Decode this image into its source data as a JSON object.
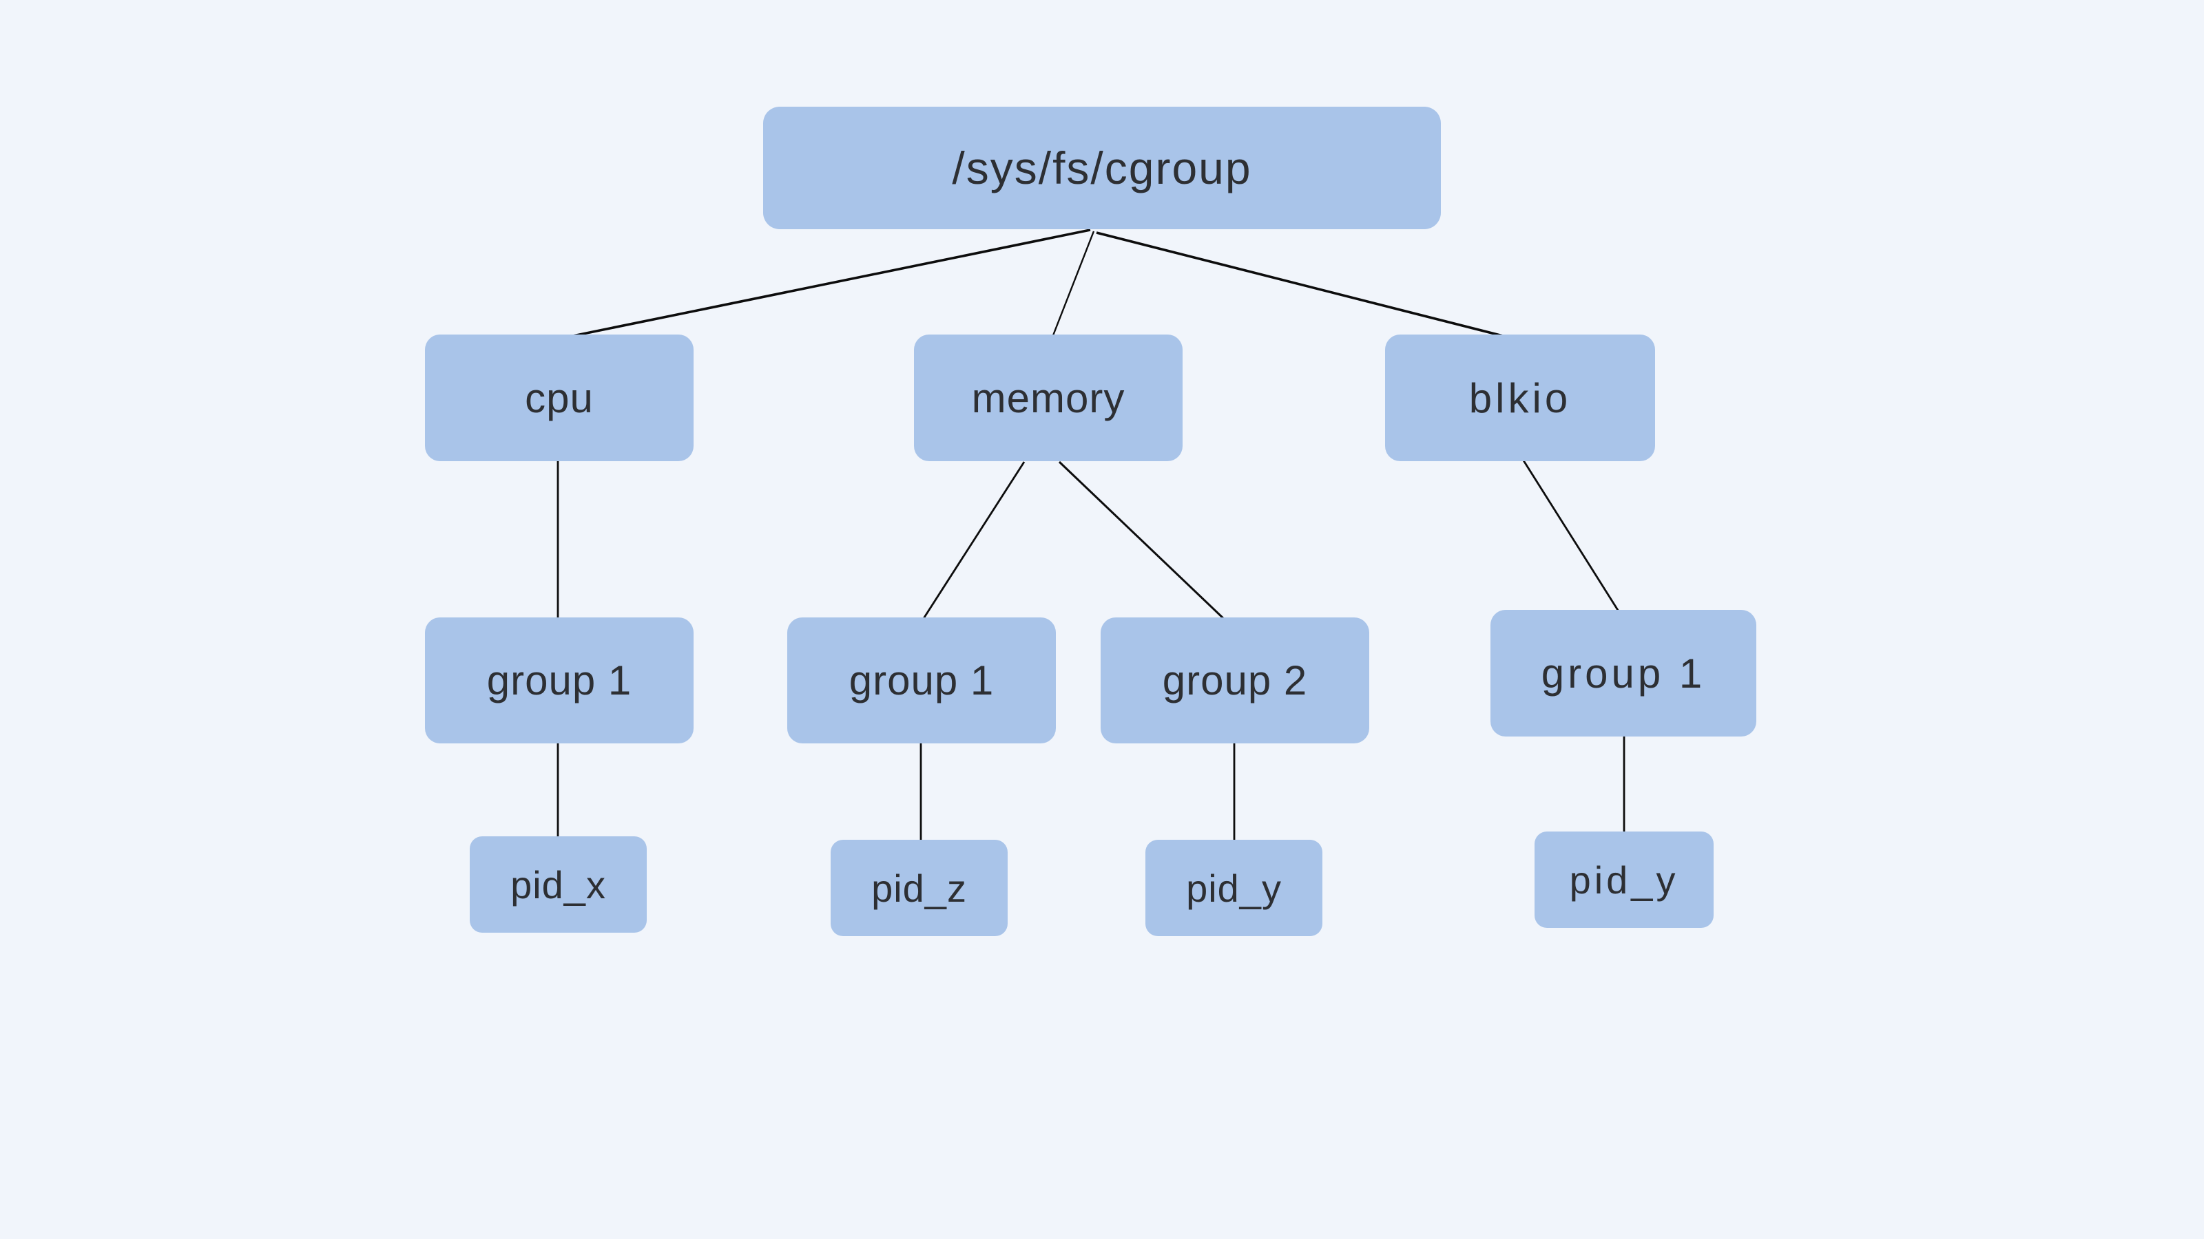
{
  "diagram": {
    "background_color": "#f1f5fb",
    "node_fill_color": "#a9c4e9",
    "node_text_color": "#2d2f33",
    "edge_color": "#0d0d0d",
    "nodes": {
      "root": {
        "label": "/sys/fs/cgroup"
      },
      "cpu": {
        "label": "cpu"
      },
      "memory": {
        "label": "memory"
      },
      "blkio": {
        "label": "blkio"
      },
      "cpu_group1": {
        "label": "group 1"
      },
      "memory_group1": {
        "label": "group 1"
      },
      "memory_group2": {
        "label": "group 2"
      },
      "blkio_group1": {
        "label": "group 1"
      },
      "cpu_group1_pid": {
        "label": "pid_x"
      },
      "memory_group1_pid": {
        "label": "pid_z"
      },
      "memory_group2_pid": {
        "label": "pid_y"
      },
      "blkio_group1_pid": {
        "label": "pid_y"
      }
    },
    "hierarchy": {
      "root": "/sys/fs/cgroup",
      "controllers": [
        {
          "name": "cpu",
          "groups": [
            {
              "name": "group 1",
              "pids": [
                "pid_x"
              ]
            }
          ]
        },
        {
          "name": "memory",
          "groups": [
            {
              "name": "group 1",
              "pids": [
                "pid_z"
              ]
            },
            {
              "name": "group 2",
              "pids": [
                "pid_y"
              ]
            }
          ]
        },
        {
          "name": "blkio",
          "groups": [
            {
              "name": "group 1",
              "pids": [
                "pid_y"
              ]
            }
          ]
        }
      ]
    }
  }
}
